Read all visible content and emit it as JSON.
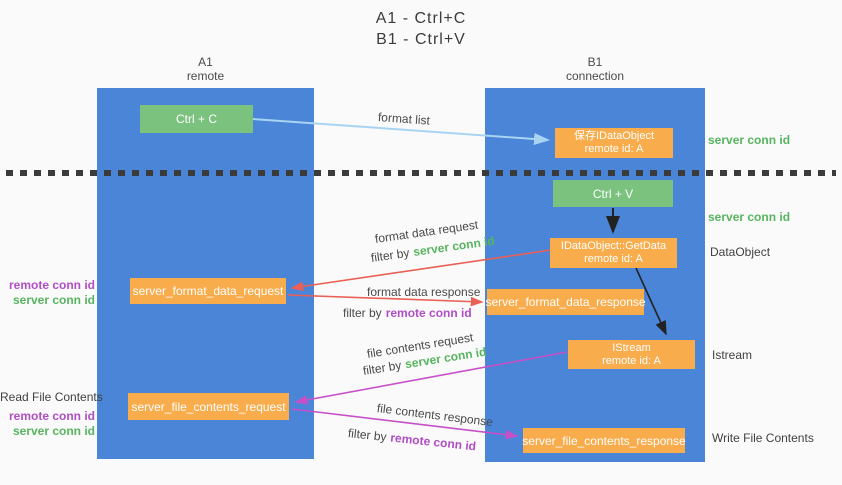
{
  "title": {
    "line1": "A1 - Ctrl+C",
    "line2": "B1 - Ctrl+V"
  },
  "lanes": {
    "left": {
      "name": "A1",
      "role": "remote"
    },
    "right": {
      "name": "B1",
      "role": "connection"
    }
  },
  "boxes": {
    "ctrl_c": {
      "label": "Ctrl + C"
    },
    "ctrl_v": {
      "label": "Ctrl + V"
    },
    "save_idataobject": {
      "line1": "保存IDataObject",
      "line2": "remote id: A"
    },
    "getdata": {
      "line1": "IDataObject::GetData",
      "line2": "remote id: A"
    },
    "istream": {
      "line1": "IStream",
      "line2": "remote id: A"
    },
    "server_format_data_request": {
      "label": "server_format_data_request"
    },
    "server_format_data_response": {
      "label": "server_format_data_response"
    },
    "server_file_contents_request": {
      "label": "server_file_contents_request"
    },
    "server_file_contents_response": {
      "label": "server_file_contents_response"
    }
  },
  "labels": {
    "server_conn_id": "server conn id",
    "remote_conn_id": "remote conn id",
    "dataobject": "DataObject",
    "istream": "Istream",
    "write_file_contents": "Write File Contents",
    "read_file_contents": "Read File Contents",
    "format_list": "format list",
    "format_data_request": "format data request",
    "format_data_response": "format data response",
    "file_contents_request": "file contents request",
    "file_contents_response": "file contents response",
    "filter_by": "filter by"
  },
  "colors": {
    "background": "#fafafa",
    "lane_blue": "#4a85d8",
    "box_green": "#7bc27e",
    "box_orange": "#f8ac4c",
    "text_dark": "#414141",
    "green_label": "#57b45f",
    "purple_label": "#b14ec6",
    "arrow_lightblue": "#a8d4f2",
    "arrow_red": "#e96056",
    "arrow_magenta": "#c750c9",
    "arrow_black": "#222222",
    "dotted_line": "#3b3b3b"
  }
}
